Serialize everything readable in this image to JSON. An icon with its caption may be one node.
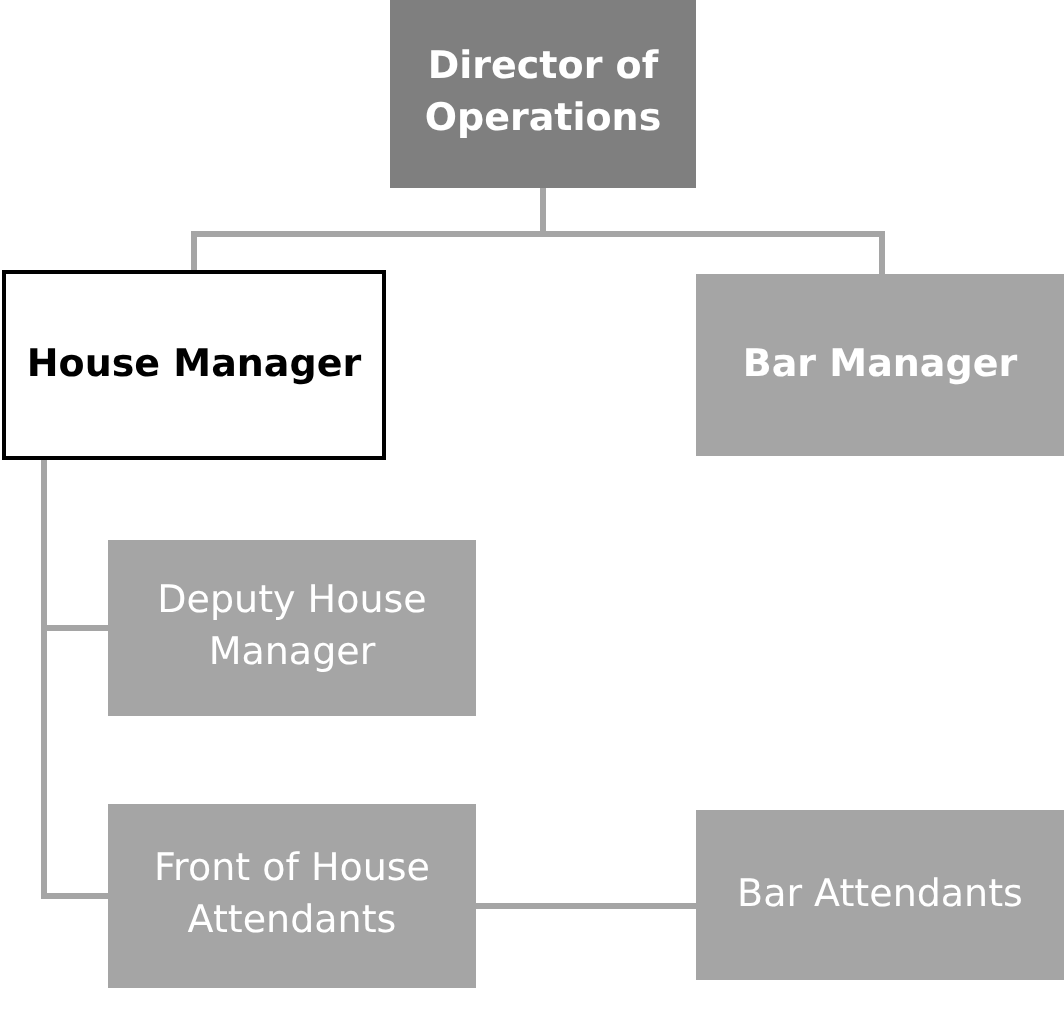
{
  "diagram": {
    "nodes": [
      {
        "text": [
          "Director of Operations"
        ]
      },
      {
        "text": [
          "House Manager"
        ]
      },
      {
        "text": [
          "Bar Manager"
        ]
      },
      {
        "text": [
          "Deputy House Manager"
        ]
      },
      {
        "text": [
          "Front of House Attendants"
        ]
      },
      {
        "text": [
          "Bar Attendants"
        ]
      }
    ],
    "edges": [
      {
        "from": 0,
        "to": 1,
        "arrow": "none"
      },
      {
        "from": 0,
        "to": 2,
        "arrow": "none"
      },
      {
        "from": 1,
        "to": 3,
        "arrow": "none"
      },
      {
        "from": 1,
        "to": 4,
        "arrow": "none"
      },
      {
        "from": 4,
        "to": 5,
        "arrow": "none"
      }
    ]
  }
}
